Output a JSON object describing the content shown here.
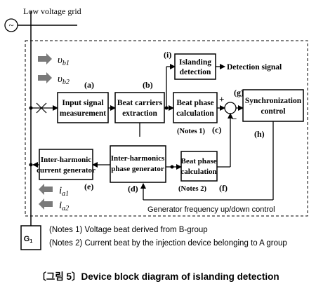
{
  "grid_label": "Low voltage grid",
  "source_symbol": "~",
  "signals_in": [
    {
      "sym": "υ",
      "sub": "b1"
    },
    {
      "sym": "υ",
      "sub": "b2"
    }
  ],
  "signals_out": [
    {
      "sym": "i",
      "sub": "a1"
    },
    {
      "sym": "i",
      "sub": "a2"
    }
  ],
  "blocks": {
    "input_measurement": [
      "Input signal",
      "measurement"
    ],
    "beat_carriers": [
      "Beat carriers",
      "extraction"
    ],
    "islanding_detection": [
      "Islanding",
      "detection"
    ],
    "beat_phase_calc_1": [
      "Beat phase",
      "calculation"
    ],
    "synchronization": [
      "Synchronization",
      "control"
    ],
    "interharmonic_current_gen": [
      "Inter-harmonic",
      "current generator"
    ],
    "interharmonics_phase_gen": [
      "Inter-harmonics",
      "phase generator"
    ],
    "beat_phase_calc_2": [
      "Beat phase",
      "calculation"
    ]
  },
  "tags": {
    "a": "(a)",
    "b": "(b)",
    "c": "(c)",
    "d": "(d)",
    "e": "(e)",
    "f": "(f)",
    "g": "(g)",
    "h": "(h)",
    "i": "(i)"
  },
  "notes_tags": {
    "n1": "(Notes 1)",
    "n2": "(Notes 2)"
  },
  "detection_signal": "Detection signal",
  "sum_plus": "+",
  "sum_minus": "−",
  "freq_control_label": "Generator frequency up/down control",
  "generator": {
    "main": "G",
    "sub": "1"
  },
  "notes": [
    "(Notes 1)  Voltage beat derived from B-group",
    "(Notes 2) Current beat by the injection device belonging to A group"
  ],
  "caption": "〔그림 5〕Device block diagram of islanding detection"
}
